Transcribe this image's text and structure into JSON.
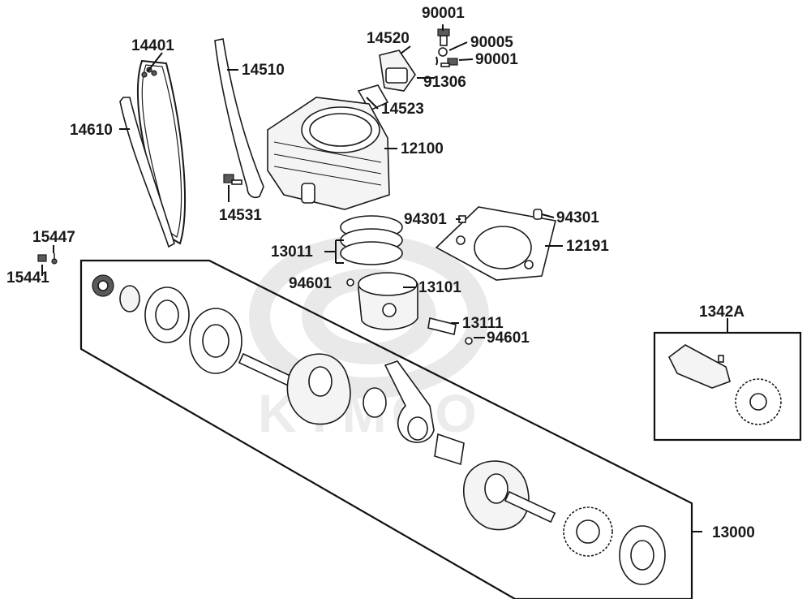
{
  "watermark": {
    "brand": "KYMCO"
  },
  "labels": {
    "p90001a": "90001",
    "p14520": "14520",
    "p90005": "90005",
    "p90001b": "90001",
    "p14401": "14401",
    "p14510": "14510",
    "p91306": "91306",
    "p14523": "14523",
    "p14610": "14610",
    "p12100": "12100",
    "p14531": "14531",
    "p94301a": "94301",
    "p94301b": "94301",
    "p15447": "15447",
    "p13011": "13011",
    "p12191": "12191",
    "p15441": "15441",
    "p94601a": "94601",
    "p13101": "13101",
    "p1342A": "1342A",
    "p13111": "13111",
    "p94601b": "94601",
    "p13000": "13000"
  },
  "colors": {
    "line": "#1a1a1a",
    "part_fill": "#f4f4f4",
    "watermark": "#e9e9e9"
  }
}
